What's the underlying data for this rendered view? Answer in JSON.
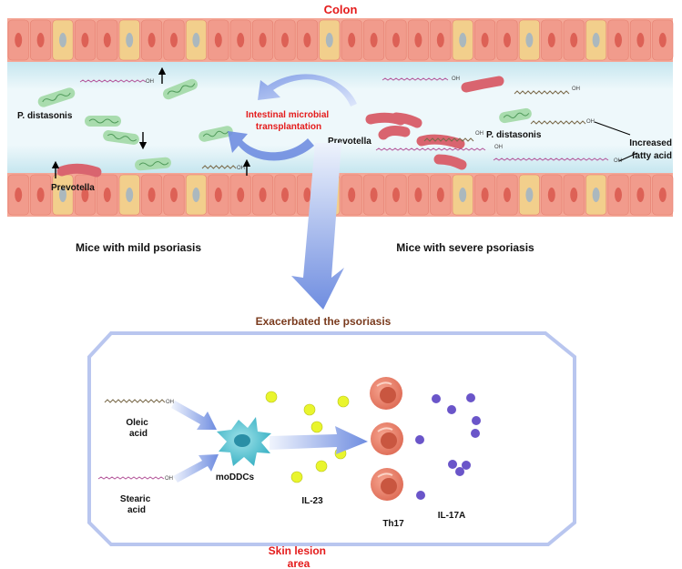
{
  "colon_label": "Colon",
  "gut": {
    "mild": {
      "title": "Mice with mild psoriasis",
      "p_distasonis": "P. distasonis",
      "prevotella": "Prevotella"
    },
    "severe": {
      "title": "Mice with severe  psoriasis",
      "p_distasonis": "P. distasonis",
      "prevotella": "Prevotella",
      "increased_fatty_acid": [
        "Increased",
        "fatty acid"
      ]
    },
    "transplant": [
      "Intestinal microbial",
      "transplantation"
    ],
    "oh": "OH"
  },
  "exacerbated": "Exacerbated the psoriasis",
  "skin": {
    "oleic": [
      "Oleic",
      "acid"
    ],
    "stearic": [
      "Stearic",
      "acid"
    ],
    "modccs": "moDDCs",
    "il23": "IL-23",
    "th17": "Th17",
    "il17a": "IL-17A",
    "area": [
      "Skin lesion",
      "area"
    ]
  },
  "colors": {
    "title_red": "#e41b1b",
    "brown": "#7a3b1e",
    "cell": "#f2a093",
    "cell_junction": "#f3d38f",
    "lumen": "#dff1f7",
    "arrow_blue": "#7f9be6",
    "yellow_dot": "#e9f52d",
    "purple_dot": "#6a55c9",
    "bacteria_green": "#a9dcae",
    "bacteria_pink": "#d9646f"
  }
}
